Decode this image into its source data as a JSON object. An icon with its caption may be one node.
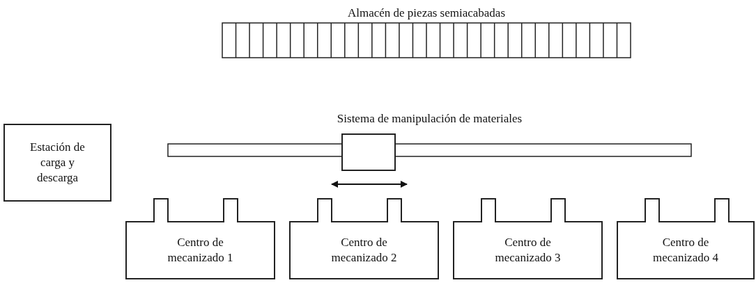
{
  "diagram": {
    "nodes": [
      {
        "text": [
          "Almacén de piezas semiacabadas"
        ]
      },
      {
        "text": [
          "Sistema de manipulación de materiales"
        ]
      },
      {
        "text": [],
        "shape": "box"
      },
      {
        "text": [
          "Estación de carga y descarga"
        ]
      },
      {
        "text": [
          "Centro de mecanizado 1"
        ]
      },
      {
        "text": [
          "Centro de mecanizado 2"
        ]
      },
      {
        "text": [
          "Centro de mecanizado 3"
        ]
      },
      {
        "text": [
          "Centro de mecanizado 4"
        ]
      }
    ]
  }
}
